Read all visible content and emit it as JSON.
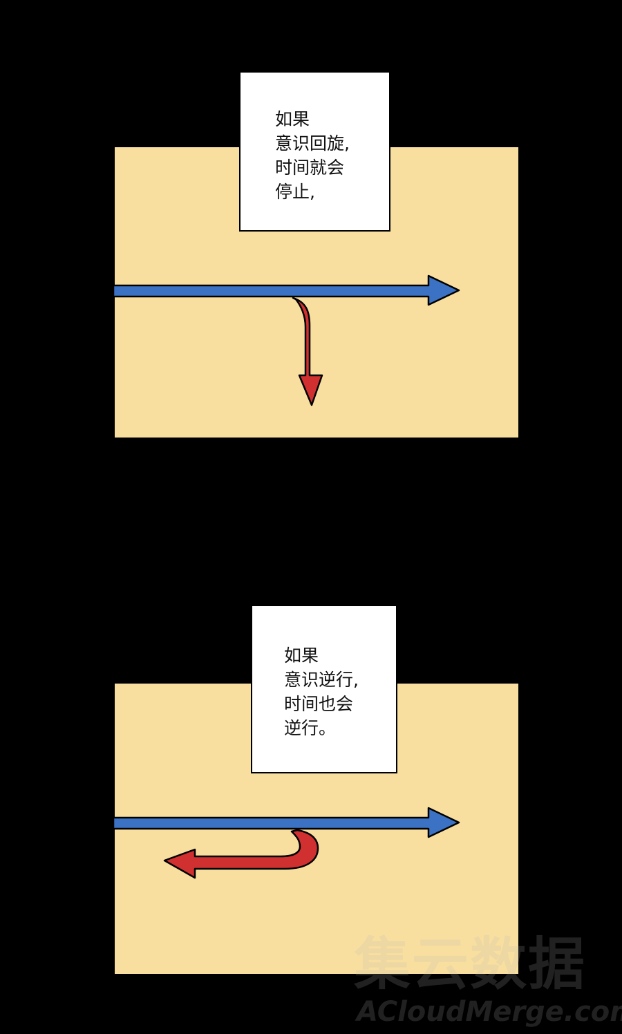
{
  "panels": [
    {
      "caption_lines": [
        "如果",
        "意识回旋,",
        "时间就会",
        "停止,"
      ],
      "arrows": {
        "main": "right",
        "branch": "down"
      }
    },
    {
      "caption_lines": [
        "如果",
        "意识逆行,",
        "时间也会",
        "逆行。"
      ],
      "arrows": {
        "main": "right",
        "branch": "left"
      }
    }
  ],
  "watermark": {
    "cn": "集云数据",
    "en": "ACloudMerge.com"
  },
  "colors": {
    "background": "#000000",
    "panel": "#f9df9f",
    "caption_box": "#ffffff",
    "blue_arrow": "#3b72c4",
    "red_arrow": "#d03030"
  },
  "icons": [
    "arrow-right-icon",
    "arrow-down-curved-icon",
    "arrow-left-curved-icon"
  ]
}
